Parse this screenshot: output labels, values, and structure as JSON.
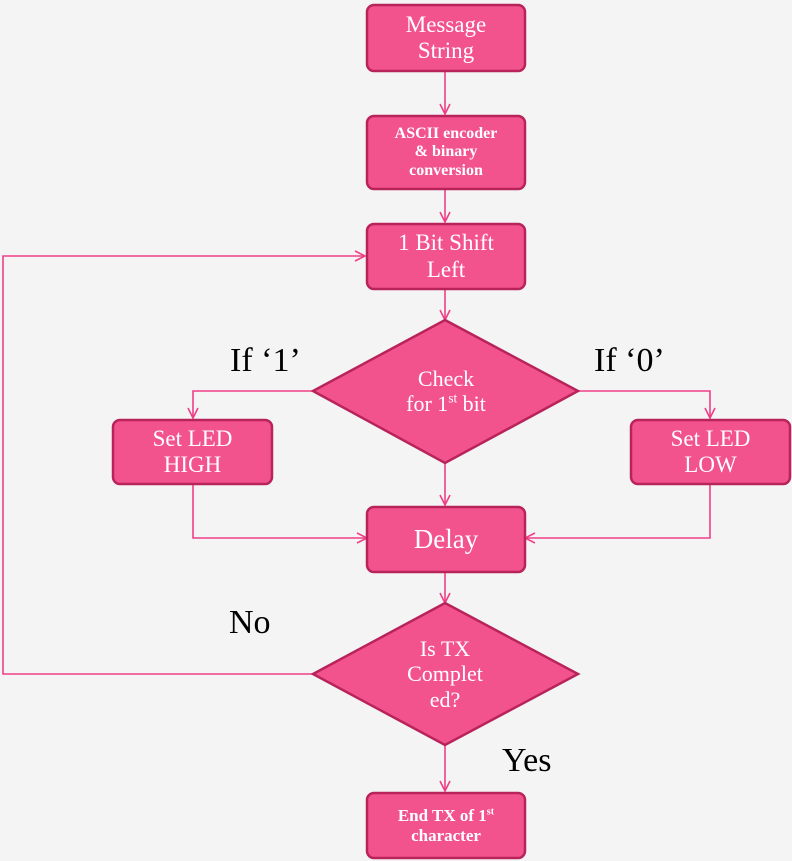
{
  "colors": {
    "background": "#f4f4f4",
    "node_fill": "#f2538d",
    "node_stroke": "#b8235a",
    "edge": "#ee3f86",
    "node_text": "#ffffff",
    "edge_label_text": "#000000"
  },
  "nodes": {
    "message_string": {
      "shape": "rectangle",
      "label": "Message\nString"
    },
    "ascii_encoder": {
      "shape": "rectangle",
      "label": "ASCII encoder\n& binary\nconversion"
    },
    "bit_shift": {
      "shape": "rectangle",
      "label": "1 Bit Shift\nLeft"
    },
    "check_bit": {
      "shape": "diamond",
      "label_line1": "Check",
      "label_line2_prefix": "for 1",
      "label_line2_sup": "st",
      "label_line2_suffix": " bit"
    },
    "set_led_high": {
      "shape": "rectangle",
      "label": "Set LED\nHIGH"
    },
    "set_led_low": {
      "shape": "rectangle",
      "label": "Set LED\nLOW"
    },
    "delay": {
      "shape": "rectangle",
      "label": "Delay"
    },
    "is_tx_completed": {
      "shape": "diamond",
      "label": "Is TX\nComplet\ned?"
    },
    "end_tx": {
      "shape": "rectangle",
      "label_line1_prefix": "End TX of 1",
      "label_line1_sup": "st",
      "label_line2": "character"
    }
  },
  "edge_labels": {
    "if_one": "If ‘1’",
    "if_zero": "If ‘0’",
    "no": "No",
    "yes": "Yes"
  }
}
